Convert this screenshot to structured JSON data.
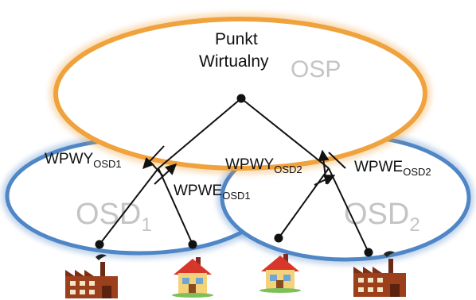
{
  "hub": {
    "line1": "Punkt",
    "line2": "Wirtualny",
    "region": "OSP"
  },
  "regions": {
    "left": {
      "base": "OSD",
      "sub": "1"
    },
    "right": {
      "base": "OSD",
      "sub": "2"
    }
  },
  "labels": {
    "wpwy_osd1": {
      "base": "WPWY",
      "sub": "OSD1"
    },
    "wpwe_osd1": {
      "base": "WPWE",
      "sub": "OSD1"
    },
    "wpwy_osd2": {
      "base": "WPWY",
      "sub": "OSD2"
    },
    "wpwe_osd2": {
      "base": "WPWE",
      "sub": "OSD2"
    }
  },
  "icons": [
    "factory-icon",
    "house-icon",
    "house-icon",
    "factory-icon"
  ],
  "colors": {
    "osp_ring": "#f0a23c",
    "osd_ring": "#4f86c6",
    "region_text": "#c4c4c4",
    "factory": "#9c3f1c",
    "house_roof": "#d9362b",
    "house_wall": "#f3d27a"
  }
}
